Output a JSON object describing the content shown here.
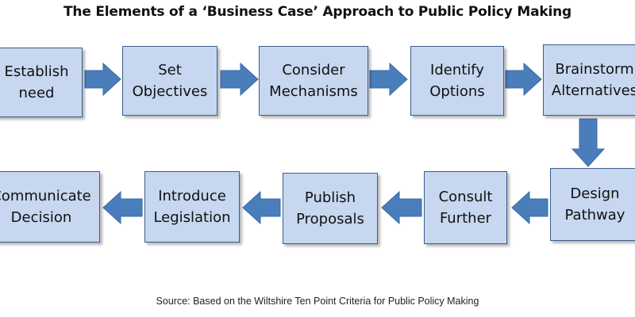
{
  "title": "The Elements of a  ‘Business Case’ Approach to Public Policy Making",
  "source": "Source: Based on the Wiltshire Ten Point Criteria for Public Policy Making",
  "colors": {
    "box_fill": "#c6d7ef",
    "box_border": "#3a5f8c",
    "arrow_fill": "#4a7ebb",
    "arrow_border": "#3a6aa5"
  },
  "steps": [
    {
      "id": "establish-need",
      "label": "Establish\nneed"
    },
    {
      "id": "set-objectives",
      "label": "Set\nObjectives"
    },
    {
      "id": "consider-mechanisms",
      "label": "Consider\nMechanisms"
    },
    {
      "id": "identify-options",
      "label": "Identify\nOptions"
    },
    {
      "id": "brainstorm-alternatives",
      "label": "Brainstorm\nAlternatives"
    },
    {
      "id": "design-pathway",
      "label": "Design\nPathway"
    },
    {
      "id": "consult-further",
      "label": "Consult\nFurther"
    },
    {
      "id": "publish-proposals",
      "label": "Publish\nProposals"
    },
    {
      "id": "introduce-legislation",
      "label": "Introduce\nLegislation"
    },
    {
      "id": "communicate-decision",
      "label": "Communicate\nDecision"
    }
  ],
  "flow": [
    [
      "establish-need",
      "set-objectives"
    ],
    [
      "set-objectives",
      "consider-mechanisms"
    ],
    [
      "consider-mechanisms",
      "identify-options"
    ],
    [
      "identify-options",
      "brainstorm-alternatives"
    ],
    [
      "brainstorm-alternatives",
      "design-pathway"
    ],
    [
      "design-pathway",
      "consult-further"
    ],
    [
      "consult-further",
      "publish-proposals"
    ],
    [
      "publish-proposals",
      "introduce-legislation"
    ],
    [
      "introduce-legislation",
      "communicate-decision"
    ]
  ]
}
